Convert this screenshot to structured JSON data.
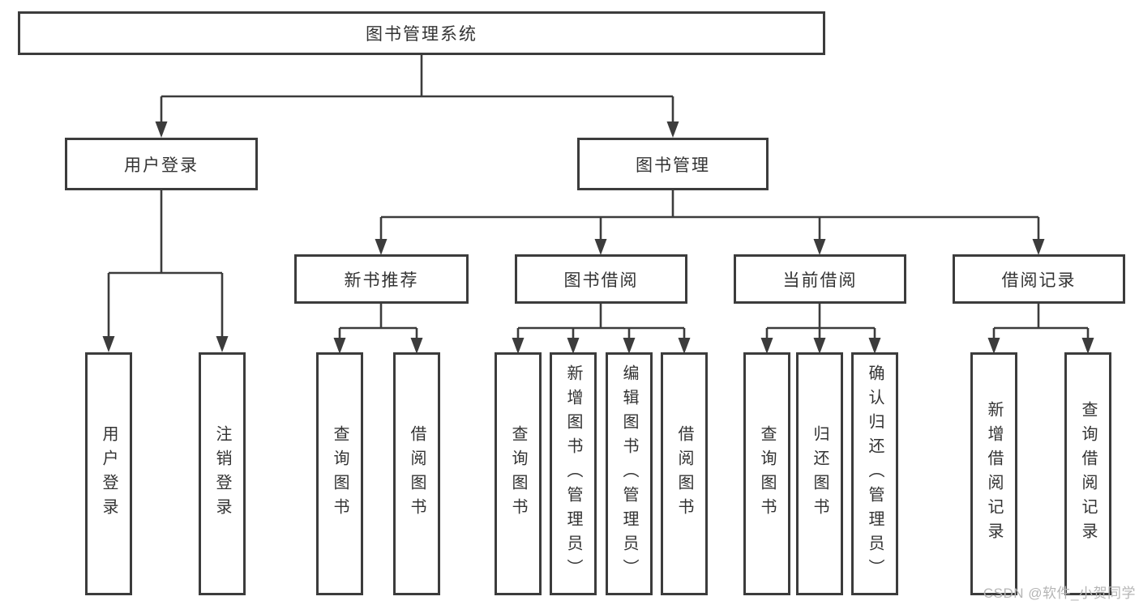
{
  "diagram": {
    "type": "hierarchy-tree",
    "nodes": {
      "root": {
        "label": "图书管理系统"
      },
      "user_login": {
        "label": "用户登录"
      },
      "book_mgmt": {
        "label": "图书管理"
      },
      "new_book_rec": {
        "label": "新书推荐"
      },
      "book_borrow": {
        "label": "图书借阅"
      },
      "current_borrow": {
        "label": "当前借阅"
      },
      "borrow_records": {
        "label": "借阅记录"
      },
      "leaf_user_login": {
        "label": "用户登录"
      },
      "leaf_logout": {
        "label": "注销登录"
      },
      "leaf_nb_query": {
        "label": "查询图书"
      },
      "leaf_nb_borrow": {
        "label": "借阅图书"
      },
      "leaf_bb_query": {
        "label": "查询图书"
      },
      "leaf_bb_add": {
        "label": "新增图书（管理员）"
      },
      "leaf_bb_edit": {
        "label": "编辑图书（管理员）"
      },
      "leaf_bb_borrow": {
        "label": "借阅图书"
      },
      "leaf_cb_query": {
        "label": "查询图书"
      },
      "leaf_cb_return": {
        "label": "归还图书"
      },
      "leaf_cb_confirm": {
        "label": "确认归还（管理员）"
      },
      "leaf_br_add": {
        "label": "新增借阅记录"
      },
      "leaf_br_query": {
        "label": "查询借阅记录"
      }
    },
    "edges": [
      {
        "from": "root",
        "to": "user_login"
      },
      {
        "from": "root",
        "to": "book_mgmt"
      },
      {
        "from": "user_login",
        "to": "leaf_user_login"
      },
      {
        "from": "user_login",
        "to": "leaf_logout"
      },
      {
        "from": "book_mgmt",
        "to": "new_book_rec"
      },
      {
        "from": "book_mgmt",
        "to": "book_borrow"
      },
      {
        "from": "book_mgmt",
        "to": "current_borrow"
      },
      {
        "from": "book_mgmt",
        "to": "borrow_records"
      },
      {
        "from": "new_book_rec",
        "to": "leaf_nb_query"
      },
      {
        "from": "new_book_rec",
        "to": "leaf_nb_borrow"
      },
      {
        "from": "book_borrow",
        "to": "leaf_bb_query"
      },
      {
        "from": "book_borrow",
        "to": "leaf_bb_add"
      },
      {
        "from": "book_borrow",
        "to": "leaf_bb_edit"
      },
      {
        "from": "book_borrow",
        "to": "leaf_bb_borrow"
      },
      {
        "from": "current_borrow",
        "to": "leaf_cb_query"
      },
      {
        "from": "current_borrow",
        "to": "leaf_cb_return"
      },
      {
        "from": "current_borrow",
        "to": "leaf_cb_confirm"
      },
      {
        "from": "borrow_records",
        "to": "leaf_br_add"
      },
      {
        "from": "borrow_records",
        "to": "leaf_br_query"
      }
    ],
    "colors": {
      "line": "#3c3c3c",
      "box_border": "#3c3c3c",
      "box_fill": "#ffffff",
      "text": "#333333",
      "background": "#ffffff",
      "watermark_text": "#b5b5b5"
    }
  },
  "watermark": {
    "text": "CSDN @软件_小贺同学"
  }
}
